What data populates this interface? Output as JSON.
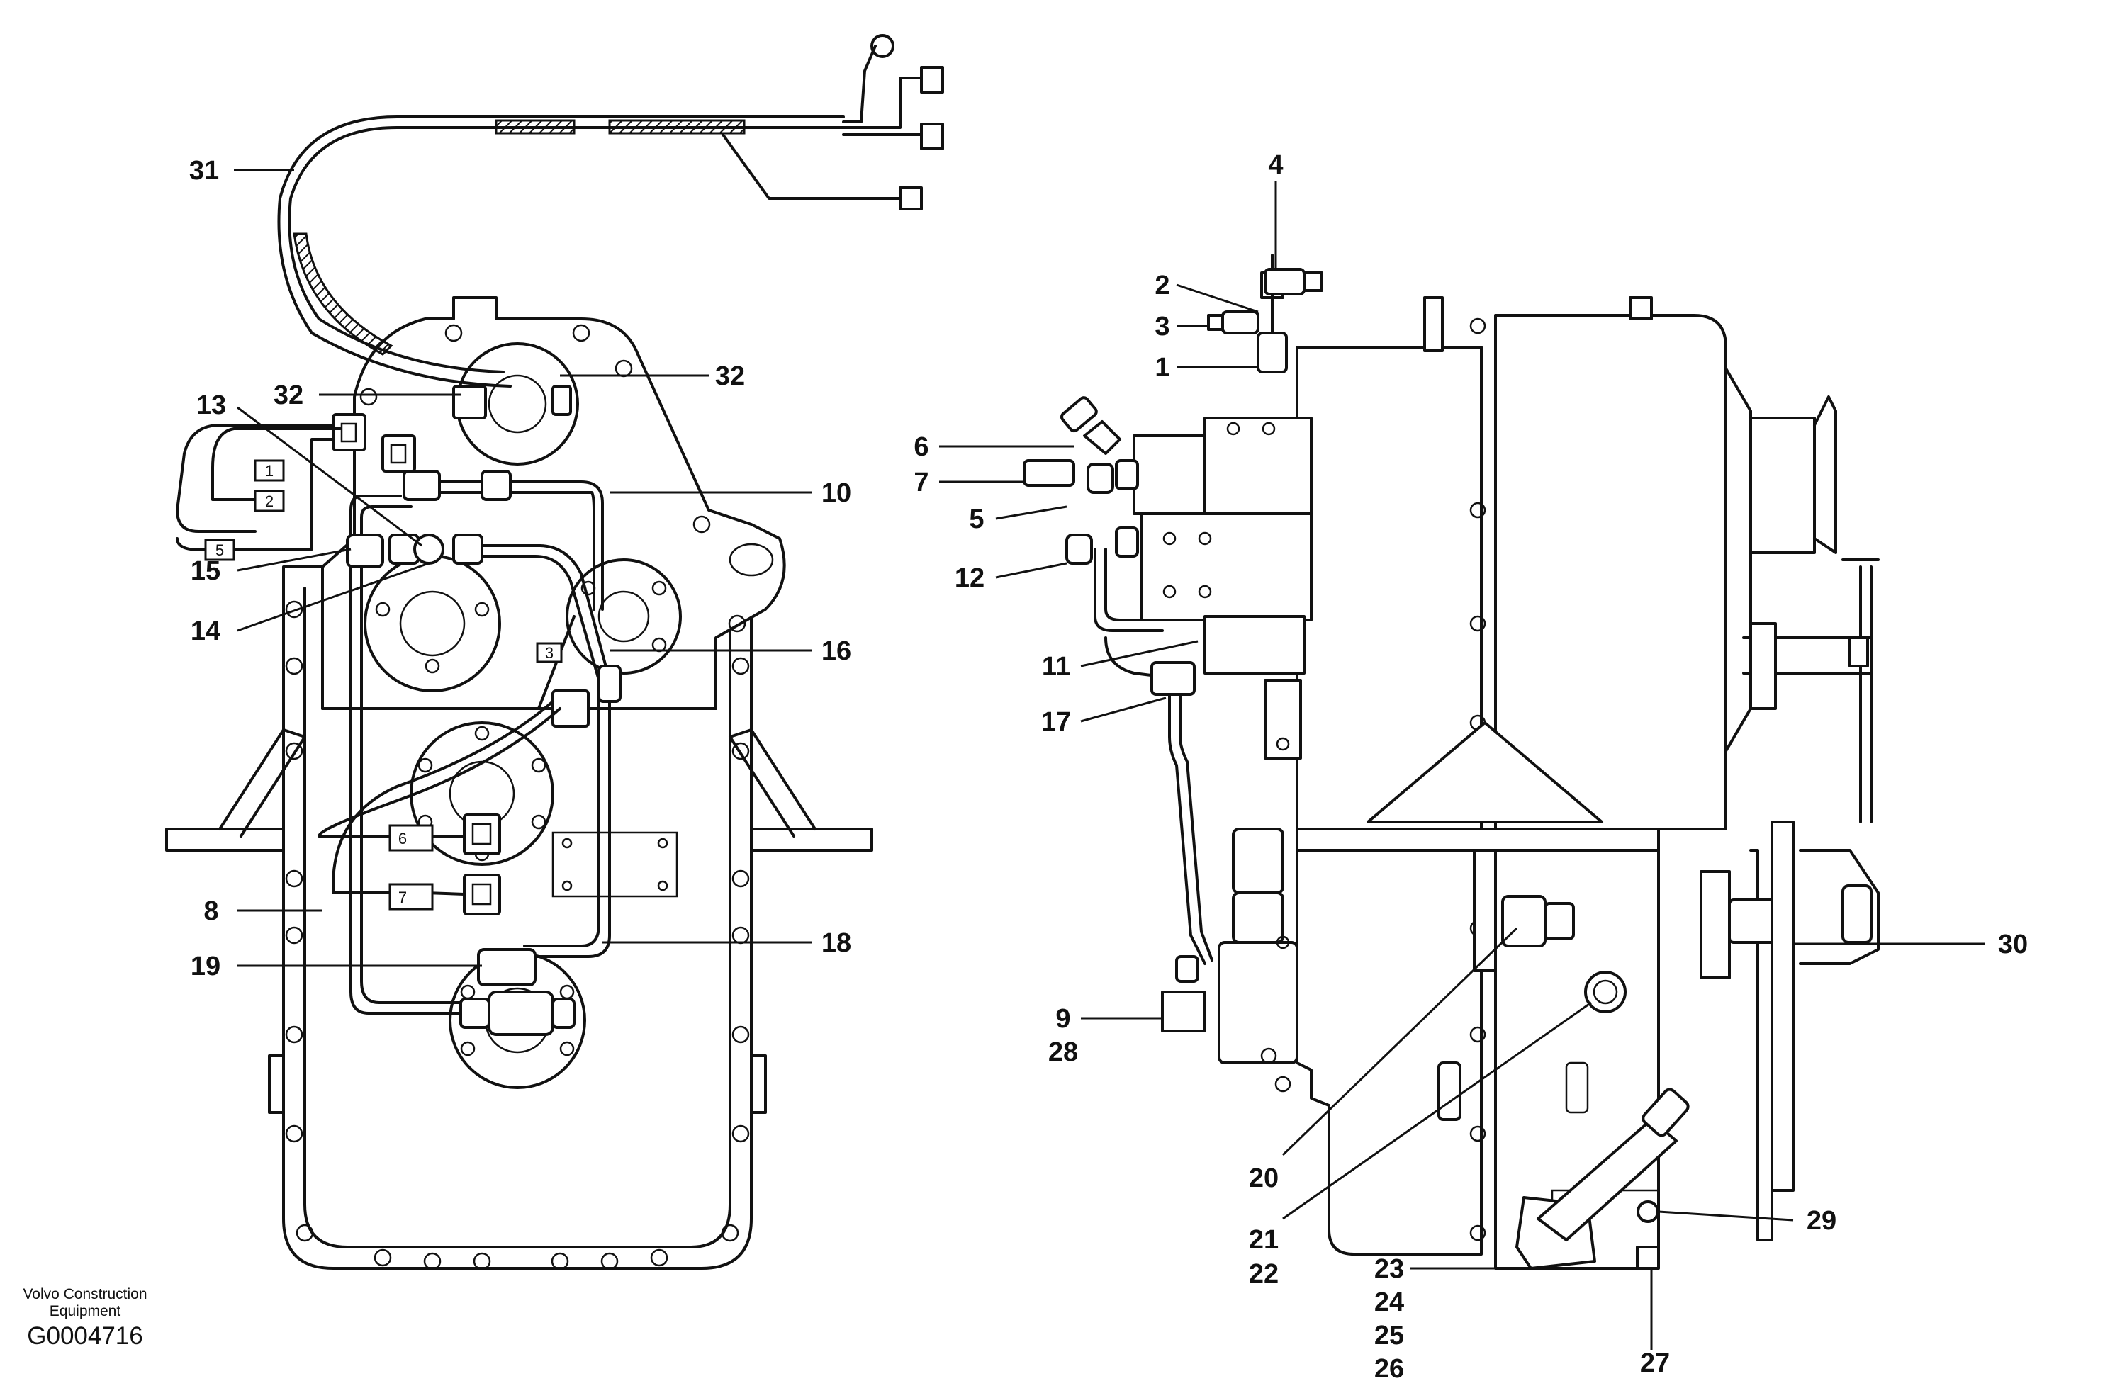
{
  "credit": {
    "line1": "Volvo Construction",
    "line2": "Equipment",
    "figure_id": "G0004716"
  },
  "callouts": {
    "c31": "31",
    "c32a": "32",
    "c32b": "32",
    "c13": "13",
    "c10": "10",
    "c15": "15",
    "c14": "14",
    "c16": "16",
    "c8": "8",
    "c19": "19",
    "c18": "18",
    "c4": "4",
    "c2": "2",
    "c3": "3",
    "c1": "1",
    "c6": "6",
    "c7": "7",
    "c5": "5",
    "c12": "12",
    "c11": "11",
    "c17": "17",
    "c9": "9",
    "c28": "28",
    "c20": "20",
    "c21": "21",
    "c22": "22",
    "c23": "23",
    "c24": "24",
    "c25": "25",
    "c26": "26",
    "c27": "27",
    "c29": "29",
    "c30": "30"
  },
  "connector_tags": {
    "t1": "1",
    "t2": "2",
    "t5": "5",
    "t3": "3",
    "t6": "6",
    "t7": "7"
  }
}
